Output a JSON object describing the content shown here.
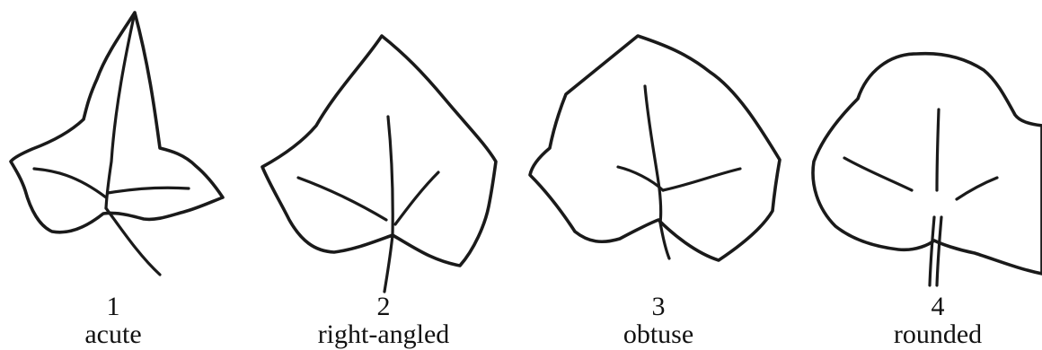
{
  "leaves": [
    {
      "number": "1",
      "name": "acute"
    },
    {
      "number": "2",
      "name": "right-angled"
    },
    {
      "number": "3",
      "name": "obtuse"
    },
    {
      "number": "4",
      "name": "rounded"
    }
  ]
}
